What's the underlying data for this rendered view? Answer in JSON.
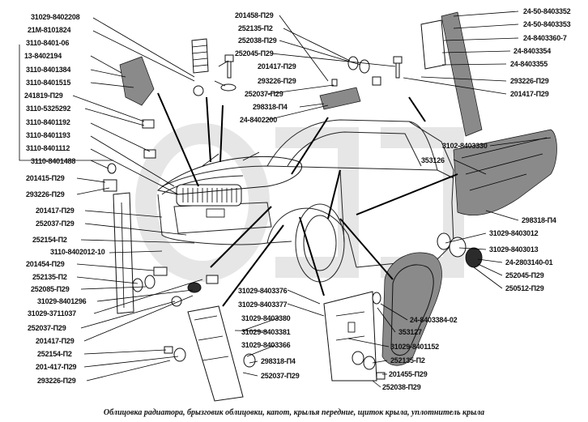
{
  "caption": "Облицовка радиатора, брызговик облицовки, капот, крылья передние, щиток крыла, уплотнитель крыла",
  "labels": {
    "l1": "31029-8402208",
    "l2": "21М-8101824",
    "l3": "3110-8401-06",
    "l4": "13-8402194",
    "l5": "3110-8401384",
    "l6": "3110-8401515",
    "l7": "241819-П29",
    "l8": "3110-5325292",
    "l9": "3110-8401192",
    "l10": "3110-8401193",
    "l11": "3110-8401112",
    "l12": "3110-8401488",
    "l13": "201415-П29",
    "l14": "293226-П29",
    "l15": "201417-П29",
    "l16": "252037-П29",
    "l17": "252154-П2",
    "l18": "3110-8402012-10",
    "l19": "201454-П29",
    "l20": "252135-П2",
    "l21": "252085-П29",
    "l22": "31029-8401296",
    "l23": "31029-3711037",
    "l24": "252037-П29",
    "l25": "201417-П29",
    "l26": "252154-П2",
    "l27": "201-417-П29",
    "l28": "293226-П29",
    "l29": "201458-П29",
    "l30": "252135-П2",
    "l31": "252038-П29",
    "l32": "252045-П29",
    "l33": "201417-П29",
    "l34": "293226-П29",
    "l35": "252037-П29",
    "l36": "298318-П4",
    "l37": "24-8402200",
    "l38": "24-50-8403352",
    "l39": "24-50-8403353",
    "l40": "24-8403360-7",
    "l41": "24-8403354",
    "l42": "24-8403355",
    "l43": "293226-П29",
    "l44": "201417-П29",
    "l45": "3102-8403330",
    "l46": "353126",
    "l47": "298318-П4",
    "l48": "31029-8403012",
    "l49": "31029-8403013",
    "l50": "24-2803140-01",
    "l51": "252045-П29",
    "l52": "250512-П29",
    "l53": "31029-8403376",
    "l54": "31029-8403377",
    "l55": "31029-8403380",
    "l56": "31029-8403381",
    "l57": "31029-8403366",
    "l58": "298318-П4",
    "l59": "252037-П29",
    "l60": "24-8403384-02",
    "l61": "353127",
    "l62": "31029-8401152",
    "l63": "252135-П2",
    "l64": "201455-П29",
    "l65": "252038-П29"
  },
  "colors": {
    "ink": "#111111",
    "paper": "#ffffff",
    "watermark": "#e6e6e6"
  },
  "icons": [
    "car-body-outline",
    "radiator-grille",
    "hood",
    "front-fender",
    "fender-liner",
    "mudguard",
    "bolt",
    "washer",
    "nut",
    "bracket"
  ]
}
